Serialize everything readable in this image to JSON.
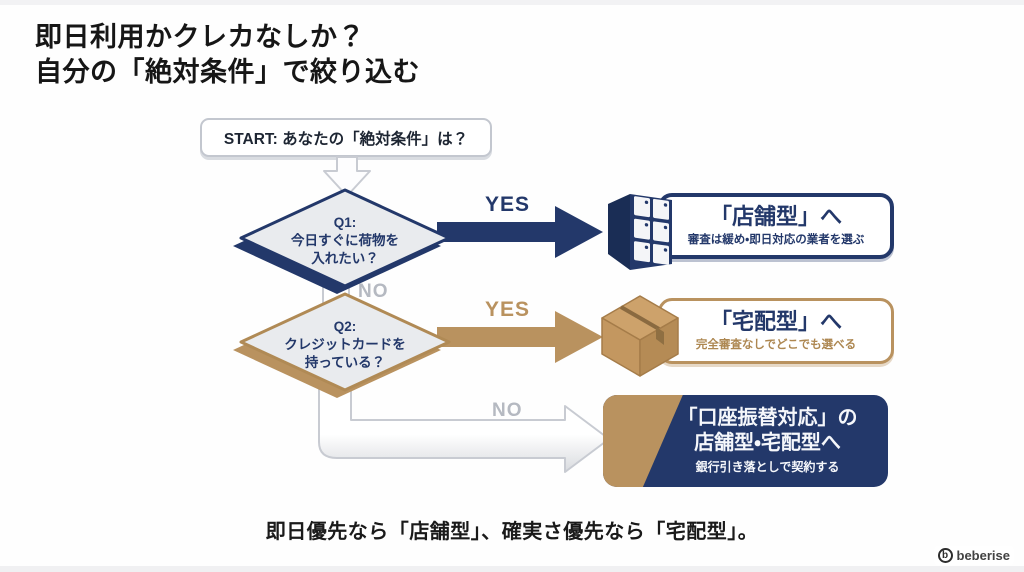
{
  "page": {
    "title_line1": "即日利用かクレカなしか？",
    "title_line2": "自分の「絶対条件」で絞り込む",
    "summary": "即日優先なら「店舗型」、確実さ優先なら「宅配型」。",
    "brand": "beberise",
    "brand_mark": "b"
  },
  "flowchart": {
    "start_label": "START: あなたの「絶対条件」は？",
    "q1": {
      "tag": "Q1:",
      "line1": "今日すぐに荷物を",
      "line2": "入れたい？",
      "yes": "YES",
      "no": "NO"
    },
    "q2": {
      "tag": "Q2:",
      "line1": "クレジットカードを",
      "line2": "持っている？",
      "yes": "YES",
      "no": "NO"
    },
    "result1": {
      "title": "「店舗型」へ",
      "subtitle": "審査は緩め・即日対応の業者を選ぶ"
    },
    "result2": {
      "title": "「宅配型」へ",
      "subtitle": "完全審査なしでどこでも選べる"
    },
    "result3": {
      "title_line1": "「口座振替対応」の",
      "title_line2": "店舗型・宅配型へ",
      "subtitle": "銀行引き落としで契約する"
    }
  },
  "colors": {
    "navy": "#23386a",
    "navy_dark": "#1a2d55",
    "tan": "#b9925f",
    "diamond_fill": "#e9ebee",
    "outline_gray": "#c8cbd2",
    "no_gray": "#b5b9c1"
  }
}
